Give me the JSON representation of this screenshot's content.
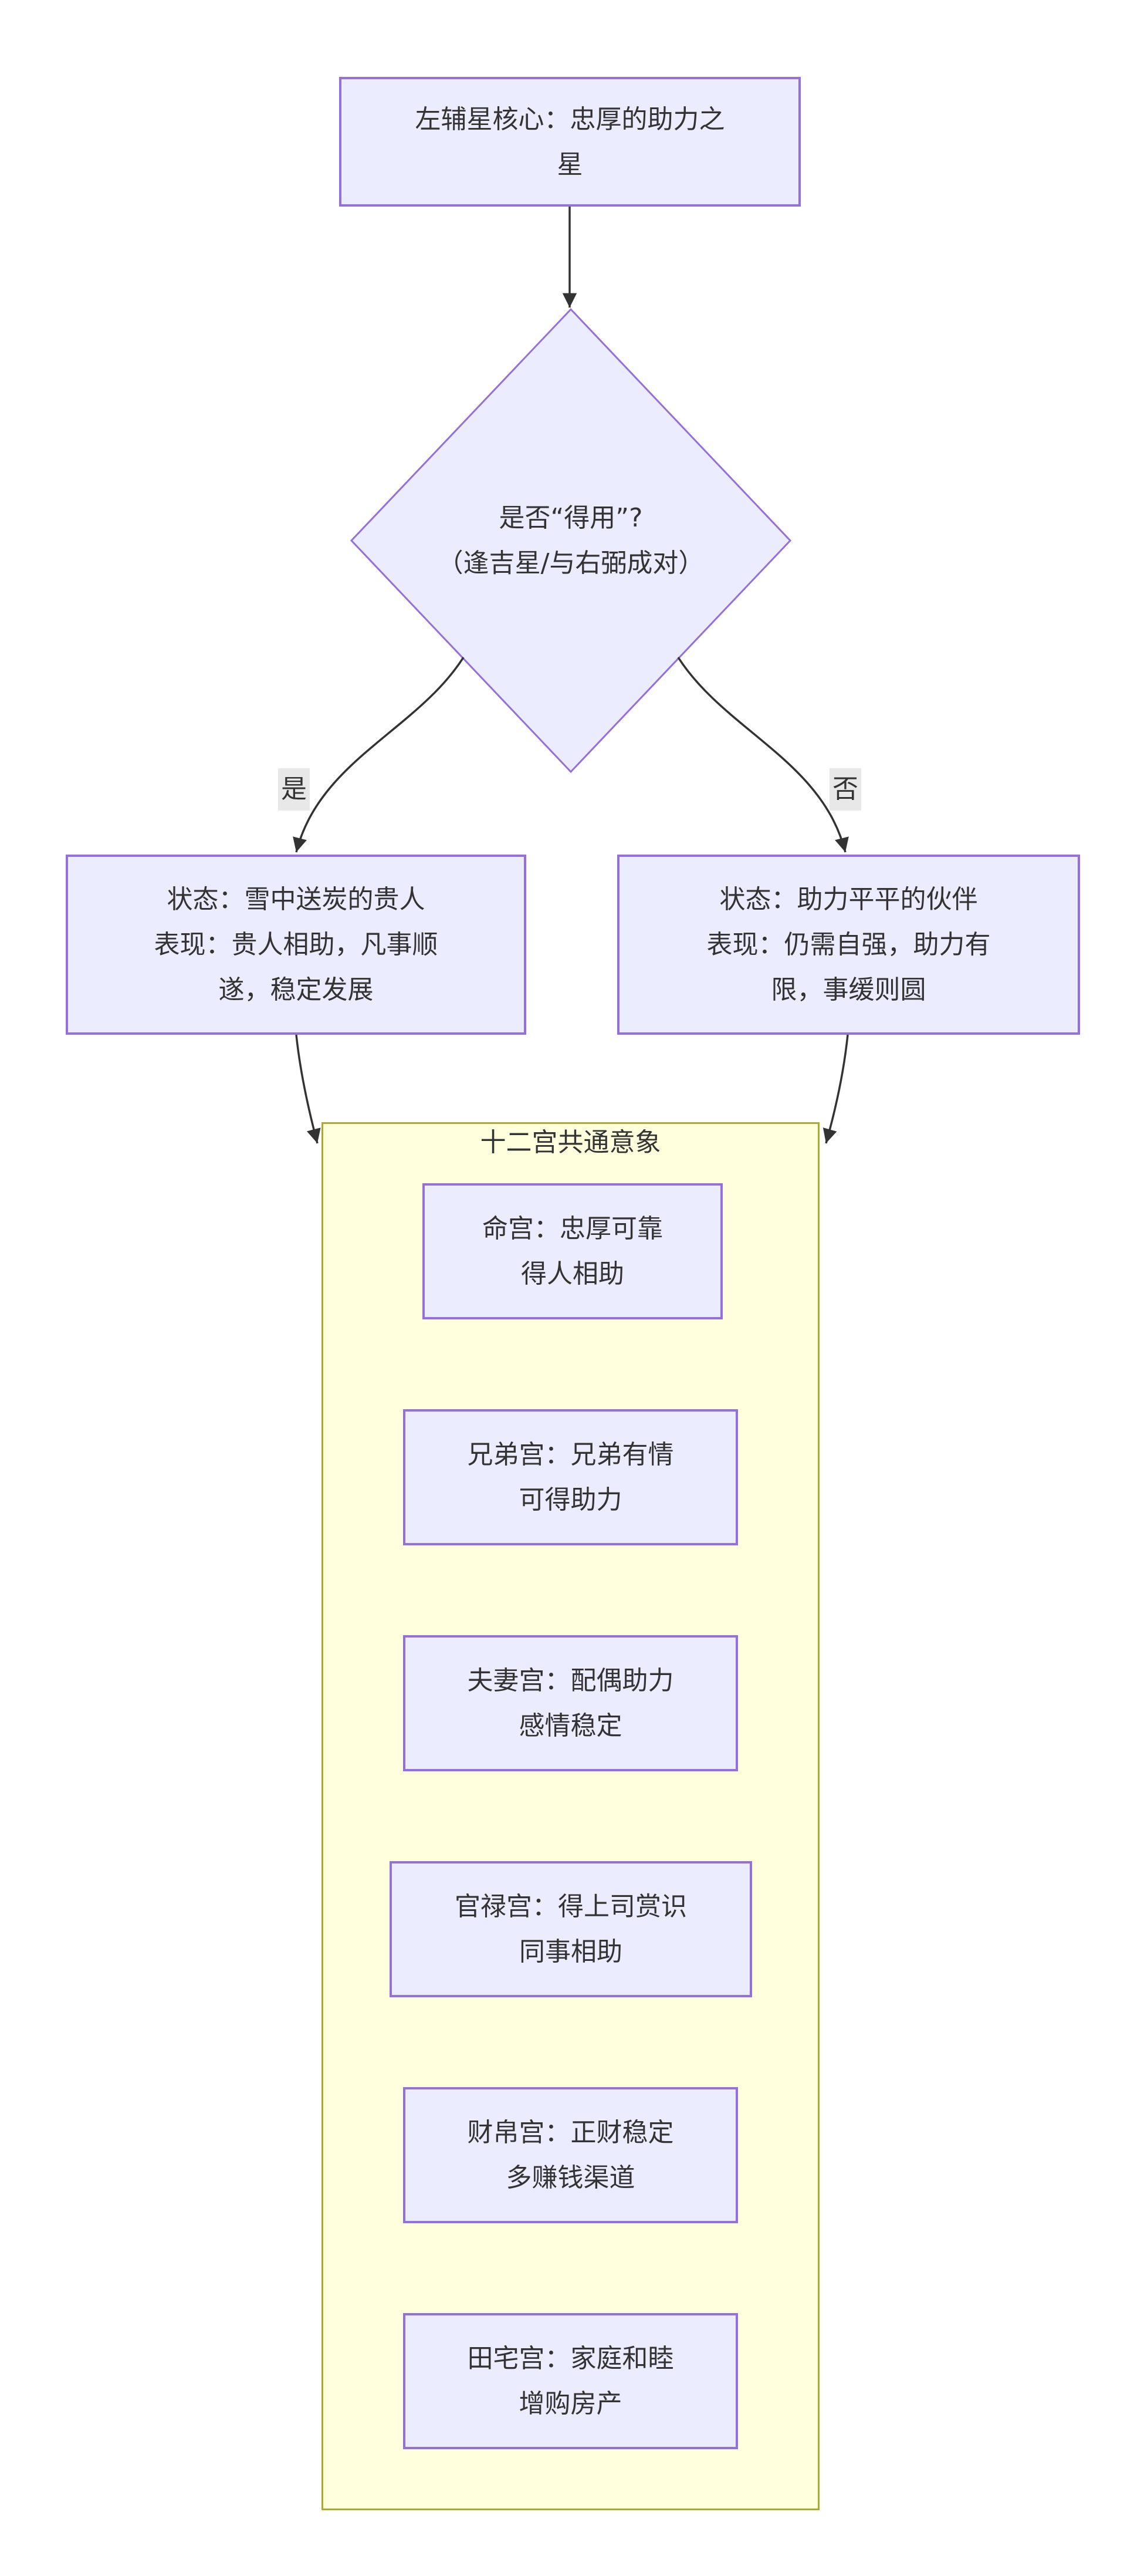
{
  "diagram": {
    "type": "flowchart",
    "direction": "top-down",
    "colors": {
      "node_fill": "#ECECFF",
      "node_border": "#9370DB",
      "subgraph_fill": "#FFFFDE",
      "subgraph_border": "#AAAA33",
      "edge_color": "#333333",
      "edge_label_bg": "#E8E8E8",
      "text_color": "#333333",
      "background": "#FFFFFF"
    },
    "root_node": {
      "lines": [
        "左辅星核心：忠厚的助力之",
        "星"
      ]
    },
    "decision_node": {
      "lines": [
        "是否“得用”?",
        "（逢吉星/与右弼成对）"
      ]
    },
    "yes_branch": {
      "edge_label": "是",
      "node": {
        "lines": [
          "状态：雪中送炭的贵人",
          "表现：贵人相助，凡事顺",
          "遂，稳定发展"
        ]
      }
    },
    "no_branch": {
      "edge_label": "否",
      "node": {
        "lines": [
          "状态：助力平平的伙伴",
          "表现：仍需自强，助力有",
          "限，事缓则圆"
        ]
      }
    },
    "subgraph": {
      "title": "十二宫共通意象",
      "palaces": [
        {
          "lines": [
            "命宫：忠厚可靠",
            "得人相助"
          ]
        },
        {
          "lines": [
            "兄弟宫：兄弟有情",
            "可得助力"
          ]
        },
        {
          "lines": [
            "夫妻宫：配偶助力",
            "感情稳定"
          ]
        },
        {
          "lines": [
            "官禄宫：得上司赏识",
            "同事相助"
          ]
        },
        {
          "lines": [
            "财帛宫：正财稳定",
            "多赚钱渠道"
          ]
        },
        {
          "lines": [
            "田宅宫：家庭和睦",
            "增购房产"
          ]
        }
      ]
    }
  }
}
